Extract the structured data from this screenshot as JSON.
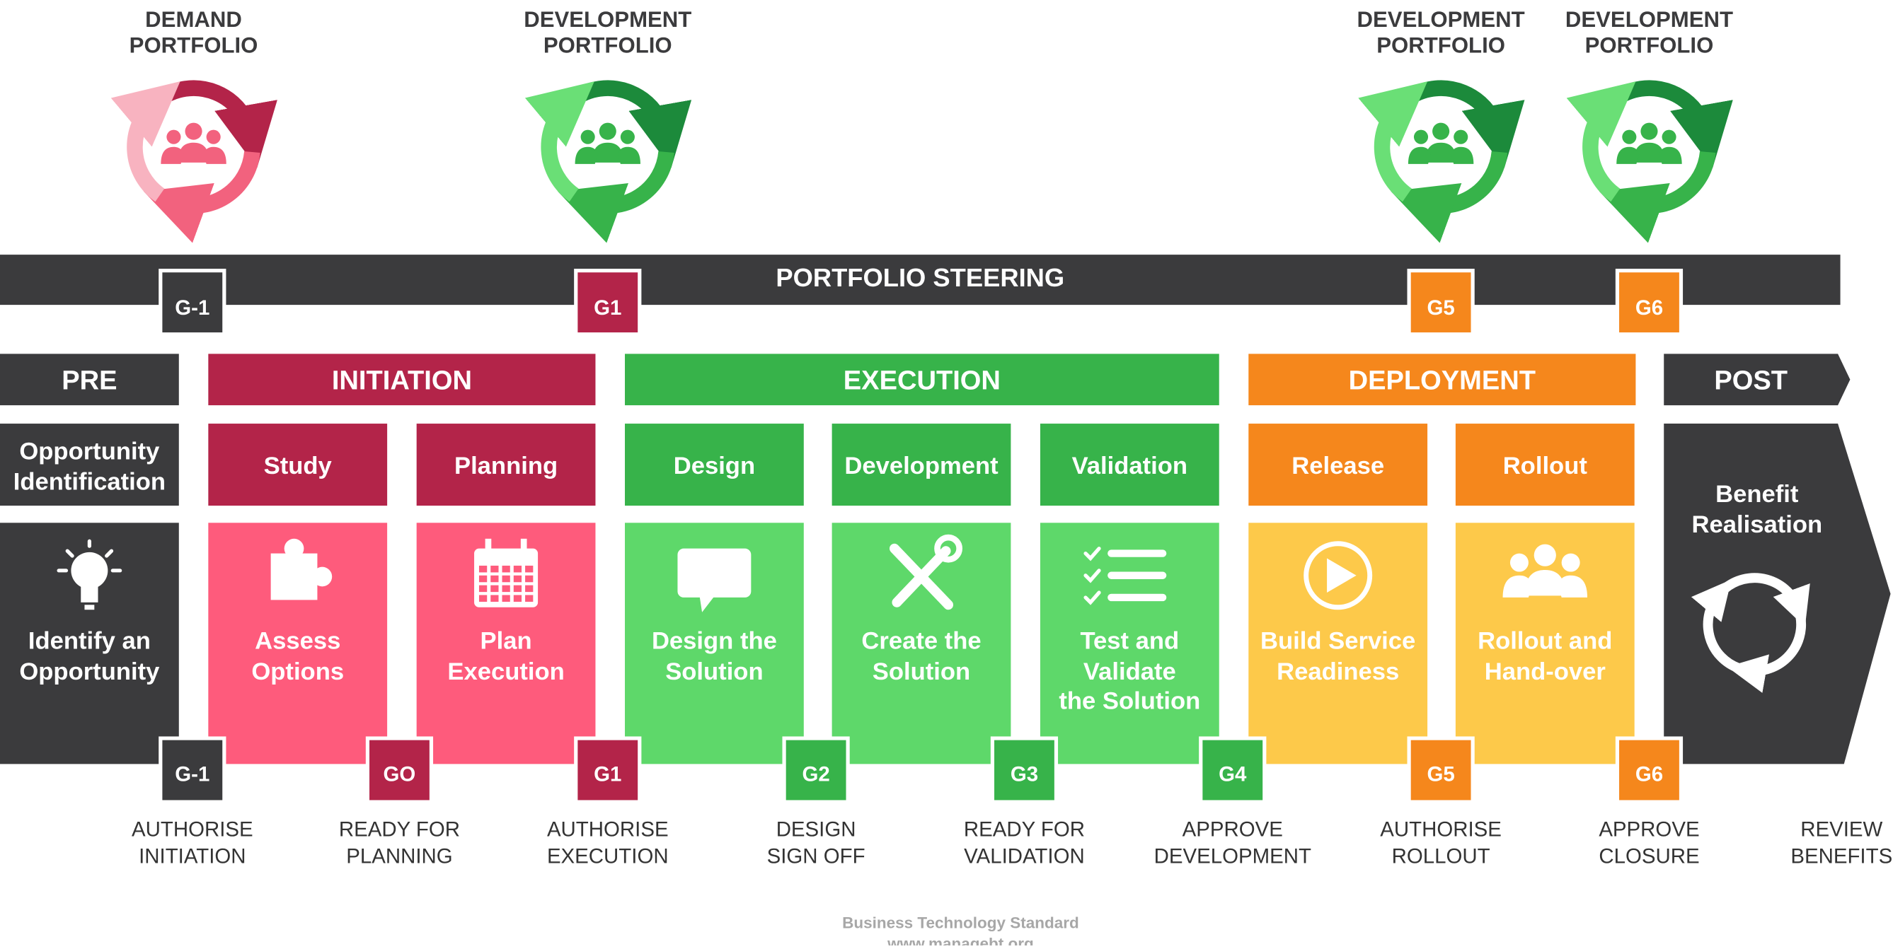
{
  "portfolios": [
    {
      "line1": "DEMAND",
      "line2": "PORTFOLIO",
      "theme": "demand"
    },
    {
      "line1": "DEVELOPMENT",
      "line2": "PORTFOLIO",
      "theme": "dev"
    },
    {
      "line1": "DEVELOPMENT",
      "line2": "PORTFOLIO",
      "theme": "dev"
    },
    {
      "line1": "DEVELOPMENT",
      "line2": "PORTFOLIO",
      "theme": "dev"
    }
  ],
  "steering": {
    "label": "PORTFOLIO STEERING",
    "gates": [
      "G-1",
      "G1",
      "G5",
      "G6"
    ]
  },
  "phases": [
    {
      "label": "PRE"
    },
    {
      "label": "INITIATION"
    },
    {
      "label": "EXECUTION"
    },
    {
      "label": "DEPLOYMENT"
    },
    {
      "label": "POST"
    }
  ],
  "pre": {
    "stage_line1": "Opportunity",
    "stage_line2": "Identification",
    "activity_line1": "Identify an",
    "activity_line2": "Opportunity",
    "icon": "lightbulb-icon"
  },
  "stages": [
    {
      "name": "Study",
      "line1": "Assess",
      "line2": "Options",
      "line3": "",
      "icon": "puzzle-icon"
    },
    {
      "name": "Planning",
      "line1": "Plan",
      "line2": "Execution",
      "line3": "",
      "icon": "calendar-icon"
    },
    {
      "name": "Design",
      "line1": "Design the",
      "line2": "Solution",
      "line3": "",
      "icon": "speech-bubble-icon"
    },
    {
      "name": "Development",
      "line1": "Create the",
      "line2": "Solution",
      "line3": "",
      "icon": "tools-icon"
    },
    {
      "name": "Validation",
      "line1": "Test and",
      "line2": "Validate",
      "line3": "the Solution",
      "icon": "checklist-icon"
    },
    {
      "name": "Release",
      "line1": "Build Service",
      "line2": "Readiness",
      "line3": "",
      "icon": "play-icon"
    },
    {
      "name": "Rollout",
      "line1": "Rollout and",
      "line2": "Hand-over",
      "line3": "",
      "icon": "group-icon"
    }
  ],
  "post": {
    "line1": "Benefit",
    "line2": "Realisation",
    "icon": "cycle-icon"
  },
  "gates": [
    {
      "label": "G-1",
      "line1": "AUTHORISE",
      "line2": "INITIATION"
    },
    {
      "label": "GO",
      "line1": "READY FOR",
      "line2": "PLANNING"
    },
    {
      "label": "G1",
      "line1": "AUTHORISE",
      "line2": "EXECUTION"
    },
    {
      "label": "G2",
      "line1": "DESIGN",
      "line2": "SIGN OFF"
    },
    {
      "label": "G3",
      "line1": "READY FOR",
      "line2": "VALIDATION"
    },
    {
      "label": "G4",
      "line1": "APPROVE",
      "line2": "DEVELOPMENT"
    },
    {
      "label": "G5",
      "line1": "AUTHORISE",
      "line2": "ROLLOUT"
    },
    {
      "label": "G6",
      "line1": "APPROVE",
      "line2": "CLOSURE"
    },
    {
      "label": "",
      "line1": "REVIEW",
      "line2": "BENEFITS"
    }
  ],
  "footer": {
    "line1": "Business Technology Standard",
    "line2": "www.managebt.org"
  },
  "colors": {
    "dark": "#3b3b3d",
    "initiation": "#b32449",
    "initiation_light": "#fe5b7c",
    "execution": "#37b34a",
    "execution_light": "#5ed86a",
    "deployment": "#f5871c",
    "deployment_light": "#fdc94a",
    "demand_arrow_dark": "#b32449",
    "demand_arrow_mid": "#f2627e",
    "demand_arrow_light": "#f8b3c0",
    "dev_arrow_dark": "#1c8a3b",
    "dev_arrow_mid": "#37b34a",
    "dev_arrow_light": "#6adf76",
    "footer_text": "#a7a7a7",
    "gate_text": "#333333"
  }
}
